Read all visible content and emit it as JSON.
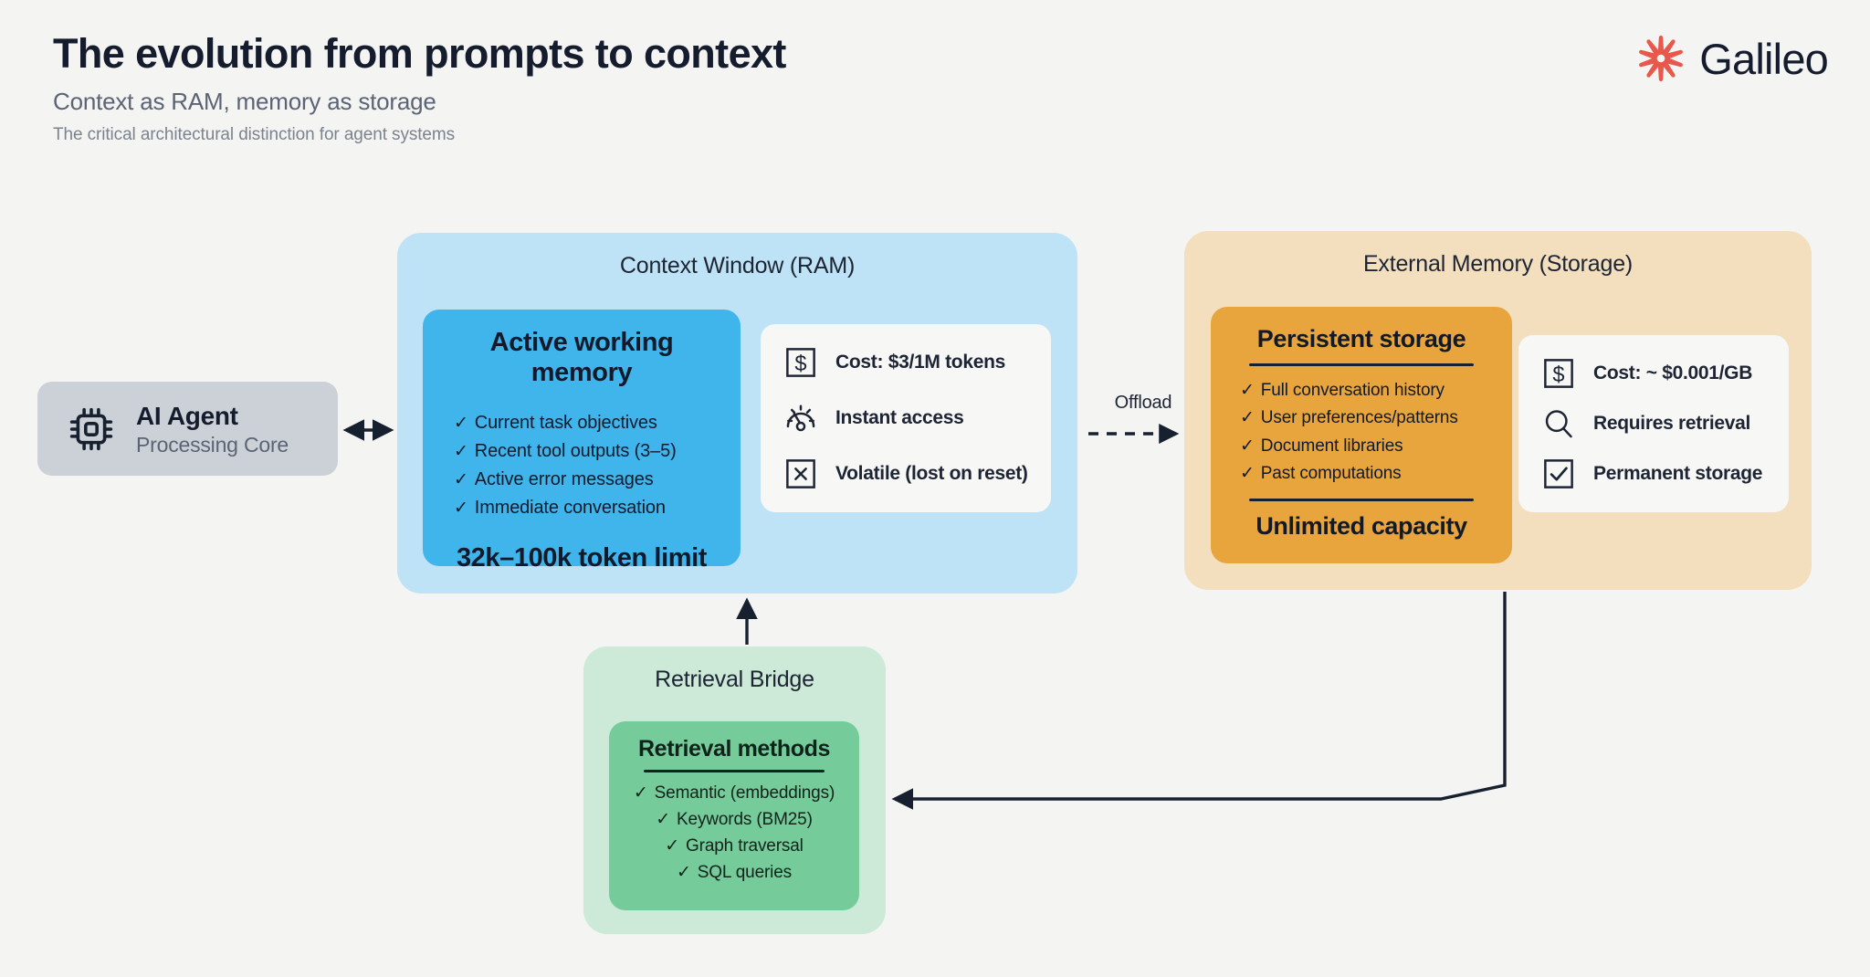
{
  "header": {
    "title": "The evolution from prompts to context",
    "subtitle": "Context as RAM, memory as storage",
    "tagline": "The critical architectural distinction for agent systems"
  },
  "brand": {
    "name": "Galileo",
    "mark_icon": "galileo-starburst-icon",
    "mark_color": "#e8584c",
    "text_color": "#141c2e"
  },
  "agent": {
    "icon": "cpu-chip-icon",
    "name": "AI Agent",
    "role": "Processing Core",
    "bg_color": "#ccd1d7"
  },
  "context_window": {
    "title": "Context Window (RAM)",
    "panel_color": "#bee3f6",
    "card": {
      "heading": "Active working memory",
      "items": [
        "Current task objectives",
        "Recent tool outputs (3–5)",
        "Active error messages",
        "Immediate conversation"
      ],
      "footer": "32k–100k token limit",
      "card_color": "#3fb5ec"
    },
    "features": [
      {
        "icon": "dollar-square-icon",
        "label": "Cost: $3/1M tokens"
      },
      {
        "icon": "gauge-icon",
        "label": "Instant access"
      },
      {
        "icon": "x-square-icon",
        "label": "Volatile (lost on reset)"
      }
    ]
  },
  "external_memory": {
    "title": "External Memory (Storage)",
    "panel_color": "#f3dfbd",
    "card": {
      "heading": "Persistent storage",
      "items": [
        "Full conversation history",
        "User preferences/patterns",
        "Document libraries",
        "Past computations"
      ],
      "footer": "Unlimited capacity",
      "card_color": "#e8a43d"
    },
    "features": [
      {
        "icon": "dollar-square-icon",
        "label": "Cost: ~ $0.001/GB"
      },
      {
        "icon": "magnifier-icon",
        "label": "Requires retrieval"
      },
      {
        "icon": "check-square-icon",
        "label": "Permanent storage"
      }
    ]
  },
  "retrieval_bridge": {
    "title": "Retrieval Bridge",
    "panel_color": "#ccead7",
    "card": {
      "heading": "Retrieval methods",
      "items": [
        "Semantic (embeddings)",
        "Keywords (BM25)",
        "Graph traversal",
        "SQL queries"
      ],
      "card_color": "#76cb9b"
    }
  },
  "connectors": {
    "offload_label": "Offload",
    "tick_glyph": "✓"
  }
}
